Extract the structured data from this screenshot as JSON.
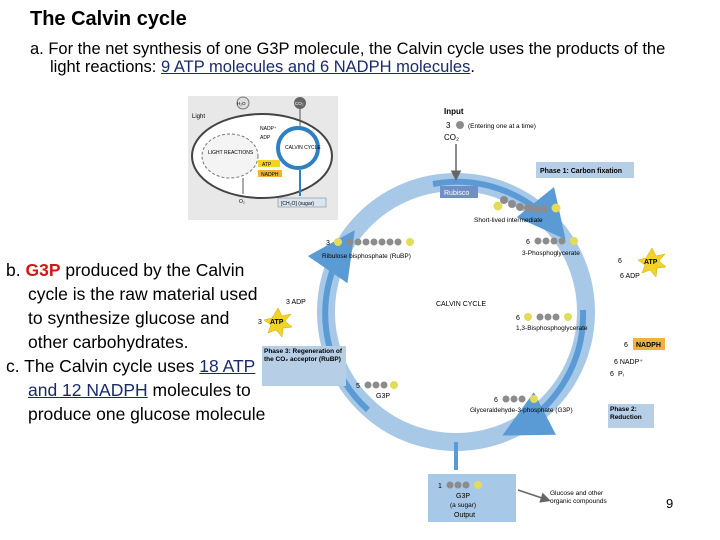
{
  "title": "The Calvin cycle",
  "para_a": {
    "prefix": "a. For the net synthesis of one G3P molecule, the Calvin cycle uses the products of the light reactions: ",
    "highlight": "9 ATP molecules and 6 NADPH molecules",
    "suffix": "."
  },
  "para_b": {
    "prefix": "b. ",
    "highlight": "G3P",
    "suffix": " produced by the Calvin cycle is the raw material used to synthesize glucose and other carbohydrates."
  },
  "para_c": {
    "prefix": "c. The Calvin cycle uses ",
    "highlight": "18 ATP and 12 NADPH",
    "suffix": " molecules to produce one glucose molecule"
  },
  "page_number": "9",
  "inset": {
    "h2o": "H₂O",
    "co2": "CO₂",
    "light": "Light",
    "nadp": "NADP⁺",
    "adp": "ADP",
    "light_reactions": "LIGHT REACTIONS",
    "atp": "ATP",
    "nadph": "NADPH",
    "calvin_cycle": "CALVIN CYCLE",
    "o2": "O₂",
    "sugar": "[CH₂O] (sugar)"
  },
  "diagram": {
    "input_label": "Input",
    "input_count": "3",
    "co2": "CO₂",
    "entering": "(Entering one at a time)",
    "phase1": "Phase 1: Carbon fixation",
    "rubisco": "Rubisco",
    "short_lived": "Short-lived intermediate",
    "rubp_count": "3",
    "rubp_label": "Ribulose bisphosphate (RuBP)",
    "pga_count": "6",
    "pga_label": "3-Phosphoglycerate",
    "atp_in_count": "6",
    "atp": "ATP",
    "adp_out": "6 ADP",
    "adp_left": "3 ADP",
    "atp_left_count": "3",
    "calvin_cycle": "CALVIN CYCLE",
    "bpg_count": "6",
    "bpg_label": "1,3-Bisphosphoglycerate",
    "nadph_count": "6",
    "nadph": "NADPH",
    "nadp_out": "6 NADP⁺",
    "pi_count": "6",
    "pi": "Pᵢ",
    "phase3": "Phase 3: Regeneration of the CO₂ acceptor (RuBP)",
    "g3p_left_count": "5",
    "g3p_left_label": "G3P",
    "g3p_mid_count": "6",
    "g3p_mid_label": "Glyceraldehyde-3-phosphate (G3P)",
    "phase2": "Phase 2: Reduction",
    "output_count": "1",
    "output_g3p": "G3P",
    "output_sugar": "(a sugar)",
    "output_label": "Output",
    "glucose_out": "Glucose and other organic compounds",
    "p": "P"
  },
  "colors": {
    "ring": "#5a9bd5",
    "phase_box": "#b7cfe6",
    "rubisco": "#6f8fc7",
    "atp_star": "#f3d326",
    "nadph_box": "#f0b23a",
    "phosphate": "#e3dc59",
    "carbon": "#8c8c8c",
    "highlight_red": "#d01818"
  }
}
